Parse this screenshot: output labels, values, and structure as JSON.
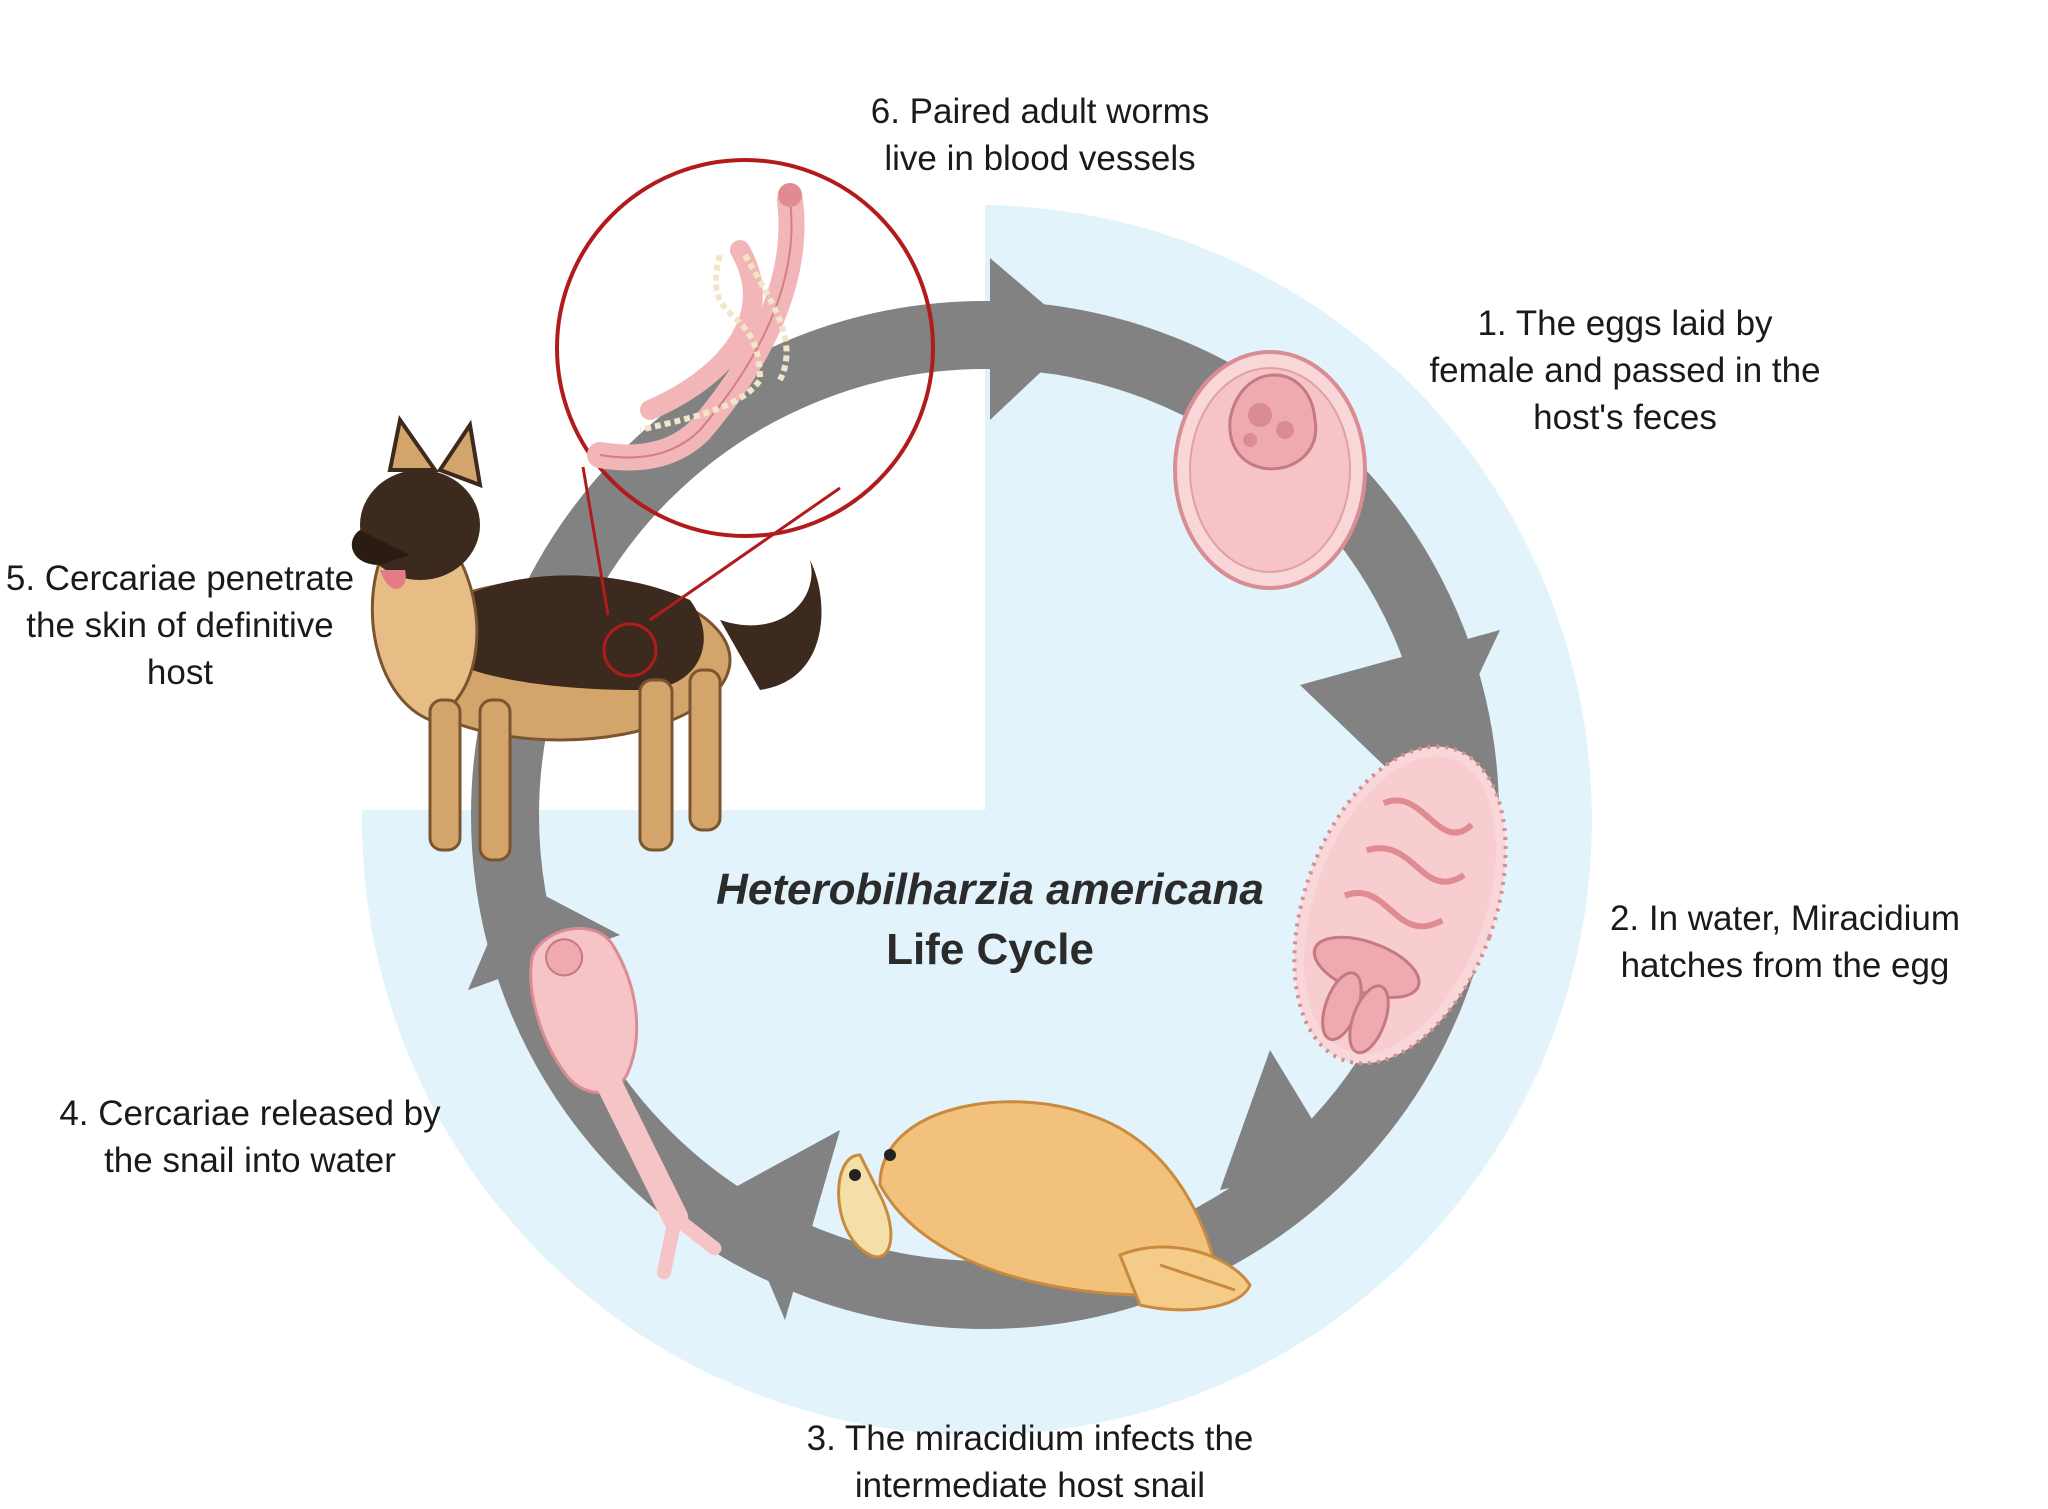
{
  "title": {
    "species": "Heterobilharzia americana",
    "subtitle": "Life Cycle"
  },
  "stages": [
    {
      "id": "stage-1",
      "lines": [
        "1. The eggs laid by",
        "female and passed in the",
        "host's feces"
      ]
    },
    {
      "id": "stage-2",
      "lines": [
        "2. In water, Miracidium",
        "hatches from the egg"
      ]
    },
    {
      "id": "stage-3",
      "lines": [
        "3. The miracidium infects the",
        "intermediate host snail"
      ]
    },
    {
      "id": "stage-4",
      "lines": [
        "4. Cercariae released by",
        "the snail into water"
      ]
    },
    {
      "id": "stage-5",
      "lines": [
        "5. Cercariae penetrate",
        "the skin of definitive",
        "host"
      ]
    },
    {
      "id": "stage-6",
      "lines": [
        "6. Paired adult worms",
        "live in blood vessels"
      ]
    }
  ],
  "colors": {
    "background_panel": "#e3f3fb",
    "cycle_ring": "#828282",
    "zoom_circle": "#b11b1b",
    "worm_pink": "#f2b5b8",
    "snail_shell": "#f2c27c",
    "dog_tan": "#d4a56a",
    "dog_dark": "#3d2a1e"
  },
  "icons": [
    "egg-icon",
    "miracidium-icon",
    "snail-icon",
    "cercaria-icon",
    "dog-icon",
    "adult-worms-icon"
  ]
}
